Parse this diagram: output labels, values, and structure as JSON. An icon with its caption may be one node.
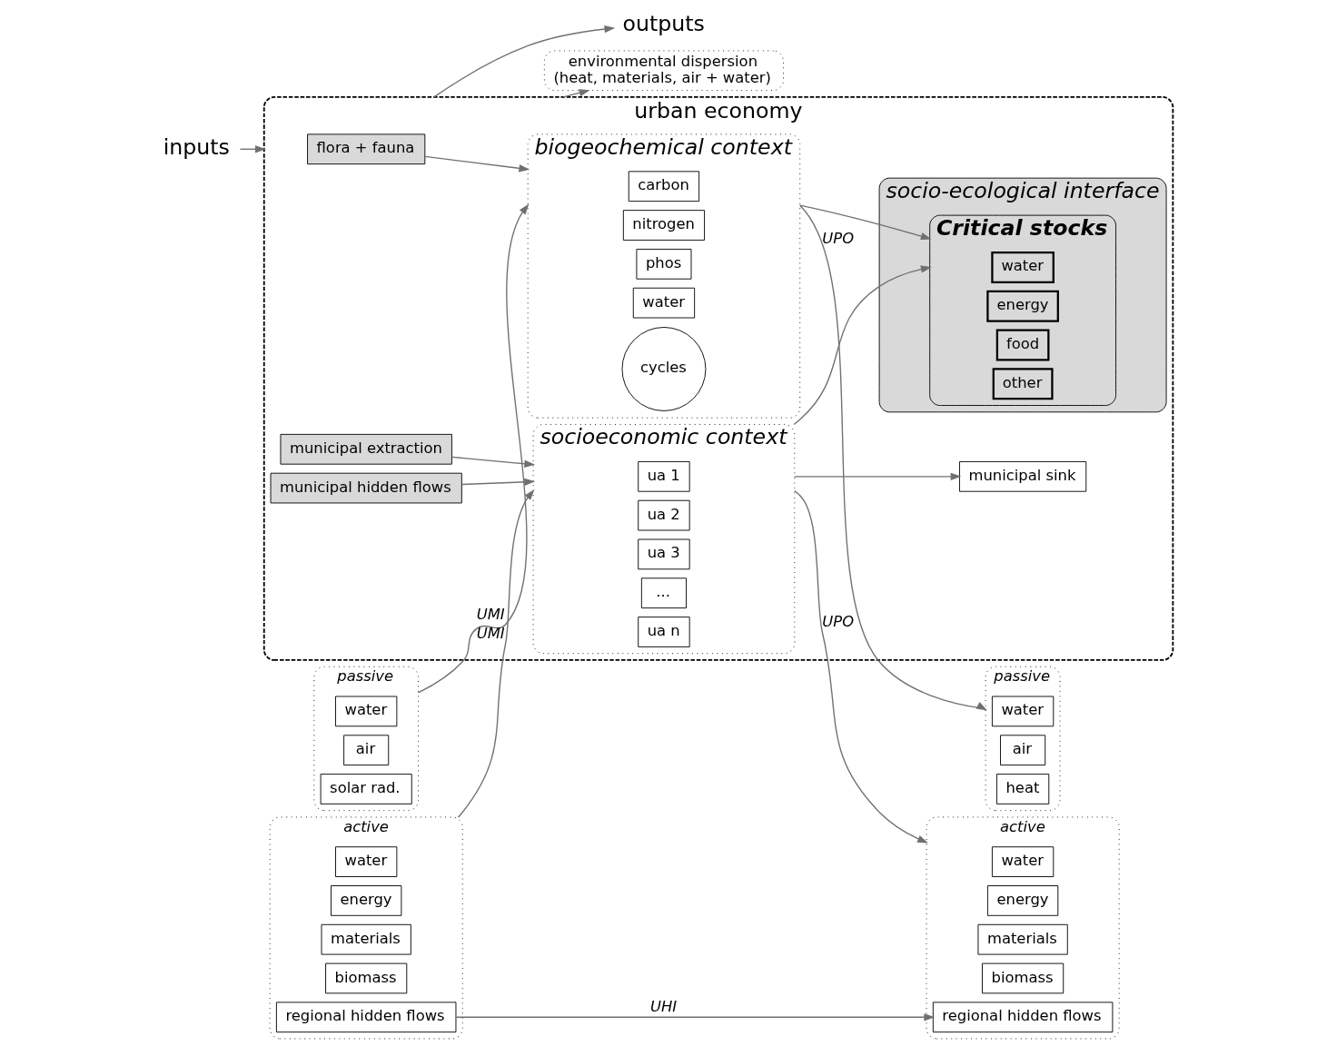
{
  "diagram": {
    "nodes": [
      {
        "text": [
          "inputs"
        ]
      },
      {
        "text": [
          "urban economy"
        ]
      },
      {
        "text": [
          "outputs"
        ]
      },
      {
        "text": [
          "passive"
        ]
      },
      {
        "text": [
          "water"
        ],
        "in": 3
      },
      {
        "text": [
          "air"
        ],
        "in": 3
      },
      {
        "text": [
          "solar rad."
        ],
        "in": 3
      },
      {
        "text": [
          "active"
        ]
      },
      {
        "text": [
          "water"
        ],
        "in": 7
      },
      {
        "text": [
          "energy"
        ],
        "in": 7
      },
      {
        "text": [
          "materials"
        ],
        "in": 7
      },
      {
        "text": [
          "biomass"
        ],
        "in": 7
      },
      {
        "text": [
          "regional hidden flows"
        ],
        "in": 7
      },
      {
        "text": [
          "flora + fauna"
        ],
        "in": 1
      },
      {
        "text": [
          "socio-ecological interface"
        ],
        "in": 1
      },
      {
        "text": [
          "municipal extraction"
        ],
        "in": 1
      },
      {
        "text": [
          "municipal hidden flows"
        ],
        "in": 1
      },
      {
        "text": [
          "biogeochemical context"
        ],
        "in": 1
      },
      {
        "text": [
          "carbon"
        ],
        "in": 17
      },
      {
        "text": [
          "nitrogen"
        ],
        "in": 17
      },
      {
        "text": [
          "phos"
        ],
        "in": 17
      },
      {
        "text": [
          "water"
        ],
        "in": 17
      },
      {
        "text": [
          "cycles"
        ],
        "in": 17
      },
      {
        "text": [
          "Critical stocks"
        ],
        "in": 14
      },
      {
        "text": [
          "water"
        ],
        "in": 23
      },
      {
        "text": [
          "energy"
        ],
        "in": 23
      },
      {
        "text": [
          "food"
        ],
        "in": 23
      },
      {
        "text": [
          "other"
        ],
        "in": 23
      },
      {
        "text": [
          "socioeconomic context"
        ],
        "in": 1
      },
      {
        "text": [
          "ua 1"
        ],
        "in": 28
      },
      {
        "text": [
          "ua 2"
        ],
        "in": 28
      },
      {
        "text": [
          "ua 3"
        ],
        "in": 28
      },
      {
        "text": [
          "..."
        ],
        "in": 28
      },
      {
        "text": [
          "ua n"
        ],
        "in": 28
      },
      {
        "text": [
          "municipal sink"
        ],
        "in": 1
      },
      {
        "text": [
          "passive"
        ]
      },
      {
        "text": [
          "water"
        ],
        "in": 35
      },
      {
        "text": [
          "air"
        ],
        "in": 35
      },
      {
        "text": [
          "heat"
        ],
        "in": 35
      },
      {
        "text": [
          "active"
        ]
      },
      {
        "text": [
          "water"
        ],
        "in": 39
      },
      {
        "text": [
          "energy"
        ],
        "in": 39
      },
      {
        "text": [
          "materials"
        ],
        "in": 39
      },
      {
        "text": [
          "biomass"
        ],
        "in": 39
      },
      {
        "text": [
          "regional hidden flows"
        ],
        "in": 39
      },
      {
        "text": [
          "environmental dispersion",
          "(heat, materials, air + water)"
        ]
      }
    ],
    "edges": [
      {
        "from": 0,
        "to": 1,
        "arrow": "to"
      },
      {
        "from": 1,
        "to": 2,
        "arrow": "to"
      },
      {
        "from": 3,
        "to": 17,
        "arrow": "to",
        "label": "UMI"
      },
      {
        "from": 13,
        "to": 17,
        "arrow": "to"
      },
      {
        "from": 7,
        "to": 28,
        "arrow": "to",
        "label": "UMI"
      },
      {
        "from": 15,
        "to": 28,
        "arrow": "to"
      },
      {
        "from": 16,
        "to": 28,
        "arrow": "to"
      },
      {
        "from": 17,
        "to": 35,
        "arrow": "to",
        "label": "UPO"
      },
      {
        "from": 28,
        "to": 39,
        "arrow": "to",
        "label": "UPO"
      },
      {
        "from": 12,
        "to": 44,
        "arrow": "to",
        "label": "UHI"
      },
      {
        "from": 17,
        "to": 23,
        "arrow": "to"
      },
      {
        "from": 28,
        "to": 23,
        "arrow": "to"
      },
      {
        "from": 28,
        "to": 34,
        "arrow": "to"
      },
      {
        "from": 1,
        "to": 45,
        "arrow": "to"
      }
    ]
  }
}
